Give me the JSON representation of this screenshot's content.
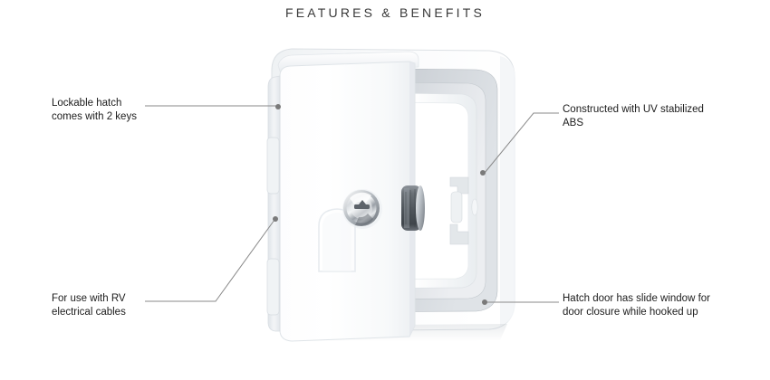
{
  "header": {
    "title": "FEATURES & BENEFITS"
  },
  "product": {
    "name": "rv-electrical-cable-hatch",
    "description": "Open white RV electrical cable hatch door with chrome key lock, shown swung open in front of its recessed mounting frame",
    "colors": {
      "body_white": "#ffffff",
      "door_shade": "#f2f4f6",
      "frame_grey": "#c9ced3",
      "frame_deep_grey": "#b6bcc2",
      "outline": "#d5d9dd",
      "chrome_light": "#f6f7f8",
      "chrome_mid": "#b9bec4",
      "chrome_dark": "#6d737a",
      "latch_dark": "#5a6066",
      "leader_line": "#8a8a8a",
      "leader_dot": "#7a7a7a",
      "title_text": "#3a3a3a",
      "body_text": "#1c1c1c",
      "background": "#ffffff"
    },
    "parts": [
      {
        "name": "hatch-door",
        "label": "Hatch door"
      },
      {
        "name": "mounting-frame",
        "label": "Mounting frame"
      },
      {
        "name": "key-lock-cylinder",
        "label": "Key lock cylinder"
      },
      {
        "name": "latch-bolt",
        "label": "Latch bolt"
      },
      {
        "name": "slide-window",
        "label": "Slide window"
      },
      {
        "name": "door-hinge-edge",
        "label": "Hinge edge"
      }
    ]
  },
  "callouts": [
    {
      "id": "lockable-hatch",
      "position": "top-left",
      "lines": [
        "Lockable hatch",
        "comes with 2 keys"
      ],
      "line1": "Lockable hatch",
      "line2": "comes with 2 keys"
    },
    {
      "id": "rv-cables",
      "position": "bottom-left",
      "lines": [
        "For use with RV",
        "electrical cables"
      ],
      "line1": "For use with RV",
      "line2": "electrical cables"
    },
    {
      "id": "uv-abs",
      "position": "top-right",
      "lines": [
        "Constructed with UV stabilized",
        "ABS"
      ],
      "line1": "Constructed with UV stabilized",
      "line2": "ABS"
    },
    {
      "id": "slide-window",
      "position": "bottom-right",
      "lines": [
        "Hatch door has slide window for",
        "door closure while hooked up"
      ],
      "line1": "Hatch door has slide window for",
      "line2": "door closure while hooked up"
    }
  ]
}
